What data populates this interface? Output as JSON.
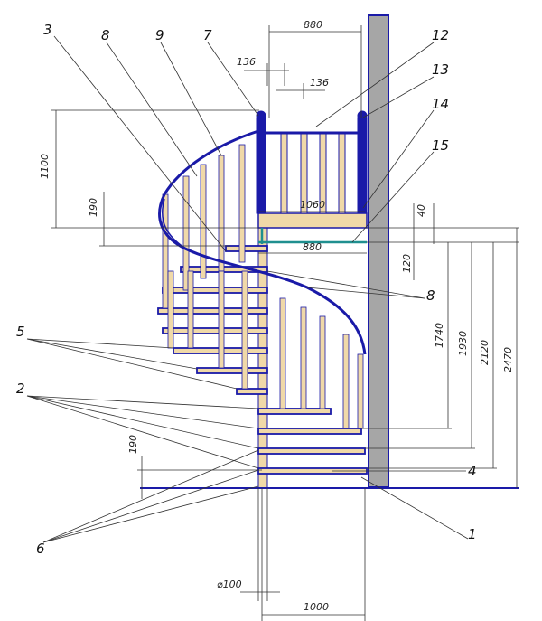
{
  "colors": {
    "steel": "#1a1aa8",
    "wood": "#f0d9a8",
    "wall": "#a6a6a6",
    "teal": "#1f8f8f",
    "ink": "#333333"
  },
  "dims": {
    "top_width": "880",
    "baluster_gap_a": "136",
    "baluster_gap_b": "136",
    "rail_height": "1100",
    "step_rise_top": "190",
    "platform_len": "1060",
    "landing_width": "880",
    "gap_40": "40",
    "gap_120": "120",
    "h_1740": "1740",
    "h_1930": "1930",
    "h_2120": "2120",
    "h_2470": "2470",
    "step_rise_bottom": "190",
    "pole_dia": "⌀100",
    "base_width": "1000"
  },
  "callouts": {
    "n1": "1",
    "n2": "2",
    "n3": "3",
    "n4": "4",
    "n5": "5",
    "n6": "6",
    "n7": "7",
    "n8": "8",
    "n8b": "8",
    "n9": "9",
    "n12": "12",
    "n13": "13",
    "n14": "14",
    "n15": "15"
  }
}
